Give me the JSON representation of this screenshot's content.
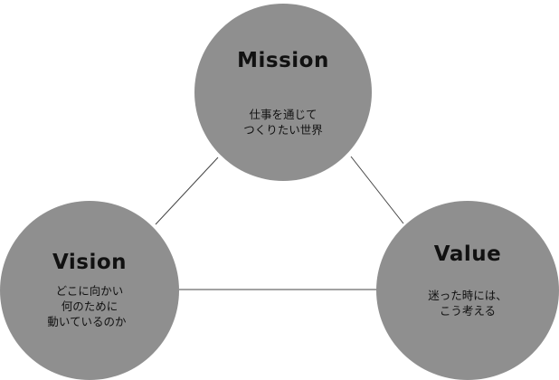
{
  "diagram": {
    "nodes": {
      "mission": {
        "title": "Mission",
        "lines": [
          "仕事を通じて",
          "つくりたい世界"
        ]
      },
      "vision": {
        "title": "Vision",
        "lines": [
          "どこに向かい",
          "何のために",
          "動いているのか"
        ]
      },
      "value": {
        "title": "Value",
        "lines": [
          "迷った時には、",
          "こう考える"
        ]
      }
    },
    "colors": {
      "node_fill": "#8f8f8f",
      "connector": "#444444",
      "text": "#111111"
    }
  }
}
